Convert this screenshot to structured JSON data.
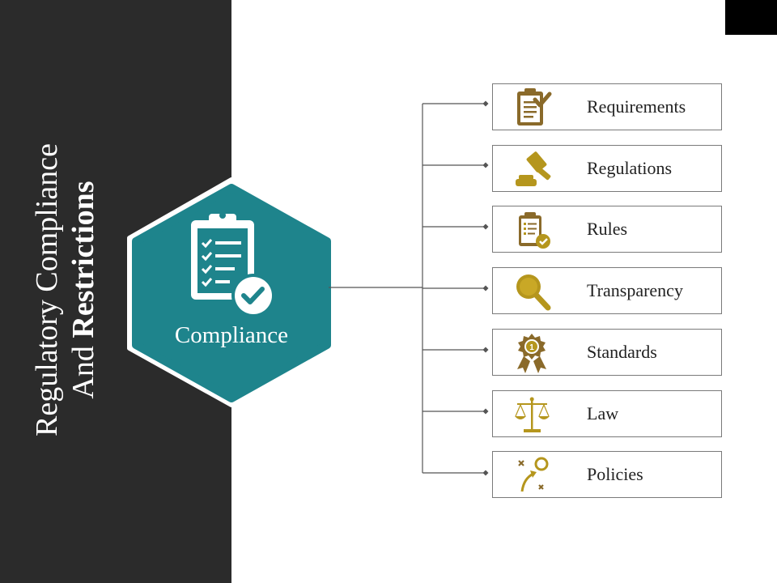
{
  "slide": {
    "title_line1": "Regulatory Compliance",
    "title_line2_prefix": "And ",
    "title_line2_bold": "Restrictions"
  },
  "hub": {
    "label": "Compliance",
    "icon": "clipboard-check-icon",
    "color": "#1e848c"
  },
  "colors": {
    "sidebar": "#2b2b2b",
    "icon_gold": "#b5961d",
    "icon_brown": "#8a6a2a",
    "connector": "#555555"
  },
  "items": [
    {
      "label": "Requirements",
      "icon": "clipboard-check-icon"
    },
    {
      "label": "Regulations",
      "icon": "gavel-icon"
    },
    {
      "label": "Rules",
      "icon": "checklist-icon"
    },
    {
      "label": "Transparency",
      "icon": "magnifier-icon"
    },
    {
      "label": "Standards",
      "icon": "award-ribbon-icon"
    },
    {
      "label": "Law",
      "icon": "scales-icon"
    },
    {
      "label": "Policies",
      "icon": "strategy-icon"
    }
  ]
}
